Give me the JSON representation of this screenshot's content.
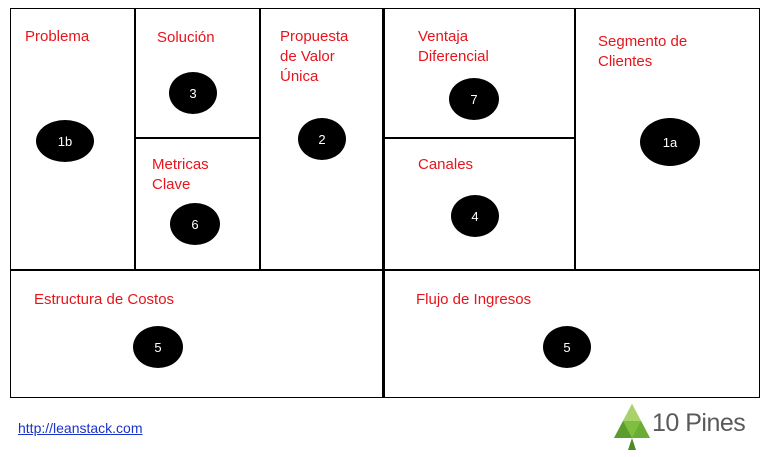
{
  "blocks": {
    "problema": {
      "title": "Problema",
      "badge": "1b"
    },
    "solucion": {
      "title": "Solución",
      "badge": "3"
    },
    "metricas": {
      "title": "Metricas\nClave",
      "badge": "6"
    },
    "propuesta": {
      "title": "Propuesta\nde Valor\nÚnica",
      "badge": "2"
    },
    "ventaja": {
      "title": "Ventaja\nDiferencial",
      "badge": "7"
    },
    "canales": {
      "title": "Canales",
      "badge": "4"
    },
    "segmento": {
      "title": "Segmento de\nClientes",
      "badge": "1a"
    },
    "costos": {
      "title": "Estructura de Costos",
      "badge": "5"
    },
    "ingresos": {
      "title": "Flujo de Ingresos",
      "badge": "5"
    }
  },
  "footer": {
    "link": "http://leanstack.com",
    "logo_text": "10 Pines"
  },
  "colors": {
    "title": "#e8141b",
    "badge": "#000000",
    "link": "#1a33c8",
    "logo_green": "#7fbf3f"
  }
}
